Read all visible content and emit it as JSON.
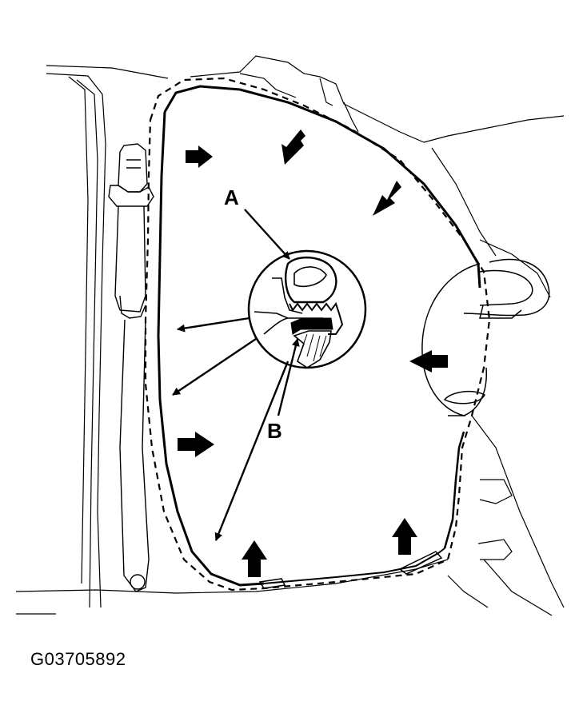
{
  "callouts": {
    "a": "A",
    "b": "B"
  },
  "figure_code": "G03705892",
  "colors": {
    "ink": "#000000",
    "paper": "#ffffff"
  },
  "icons": [
    "solid-push-arrow",
    "thin-callout-arrow",
    "seal-profile-magnifier"
  ]
}
